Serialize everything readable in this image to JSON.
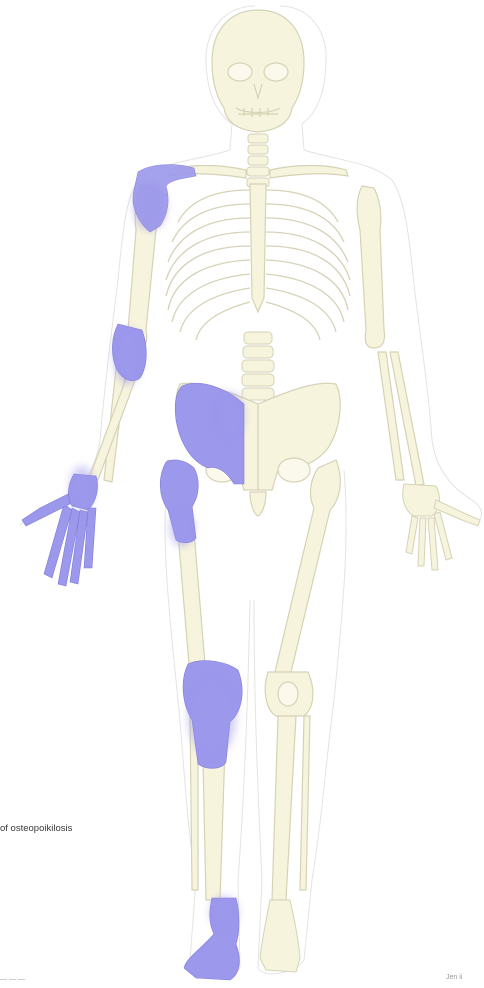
{
  "caption": "of osteopoikilosis",
  "corner_left": "— — —",
  "corner_right": "Jen ii",
  "colors": {
    "bone_fill": "#f7f4de",
    "bone_stroke": "#d6d2b6",
    "body_outline": "#e3e3e3",
    "affected": "#9c98ec"
  },
  "affected_regions": [
    "right shoulder",
    "right elbow",
    "right wrist and hand",
    "right hemipelvis",
    "right hip and proximal femur",
    "right knee",
    "right ankle and foot"
  ]
}
